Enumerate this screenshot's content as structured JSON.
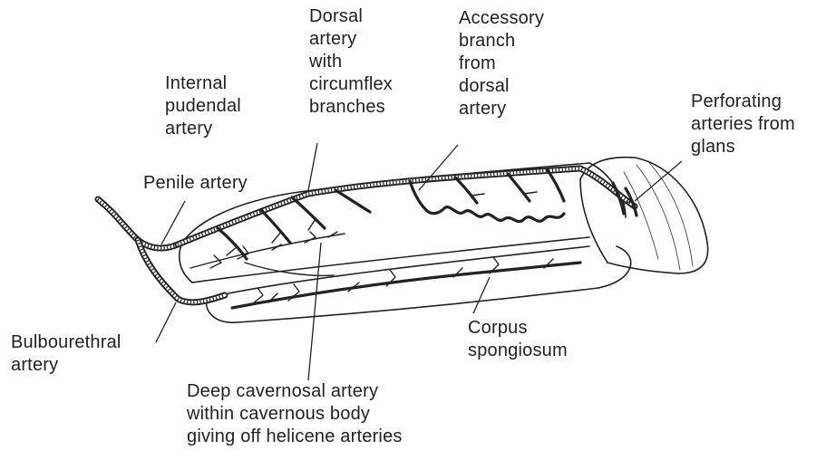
{
  "labels": {
    "internal_pudendal": "Internal\npudendal\nartery",
    "dorsal_artery": "Dorsal\nartery\nwith\ncircumflex\nbranches",
    "accessory_branch": "Accessory\nbranch\nfrom\ndorsal\nartery",
    "perforating": "Perforating\narteries from\nglans",
    "penile_artery": "Penile artery",
    "bulbourethral": "Bulbourethral\nartery",
    "corpus_spongiosum": "Corpus\nspongiosum",
    "deep_cavernosal": "Deep cavernosal artery\nwithin cavernous body\ngiving off helicene arteries"
  },
  "colors": {
    "ink": "#222222",
    "background": "#ffffff"
  }
}
